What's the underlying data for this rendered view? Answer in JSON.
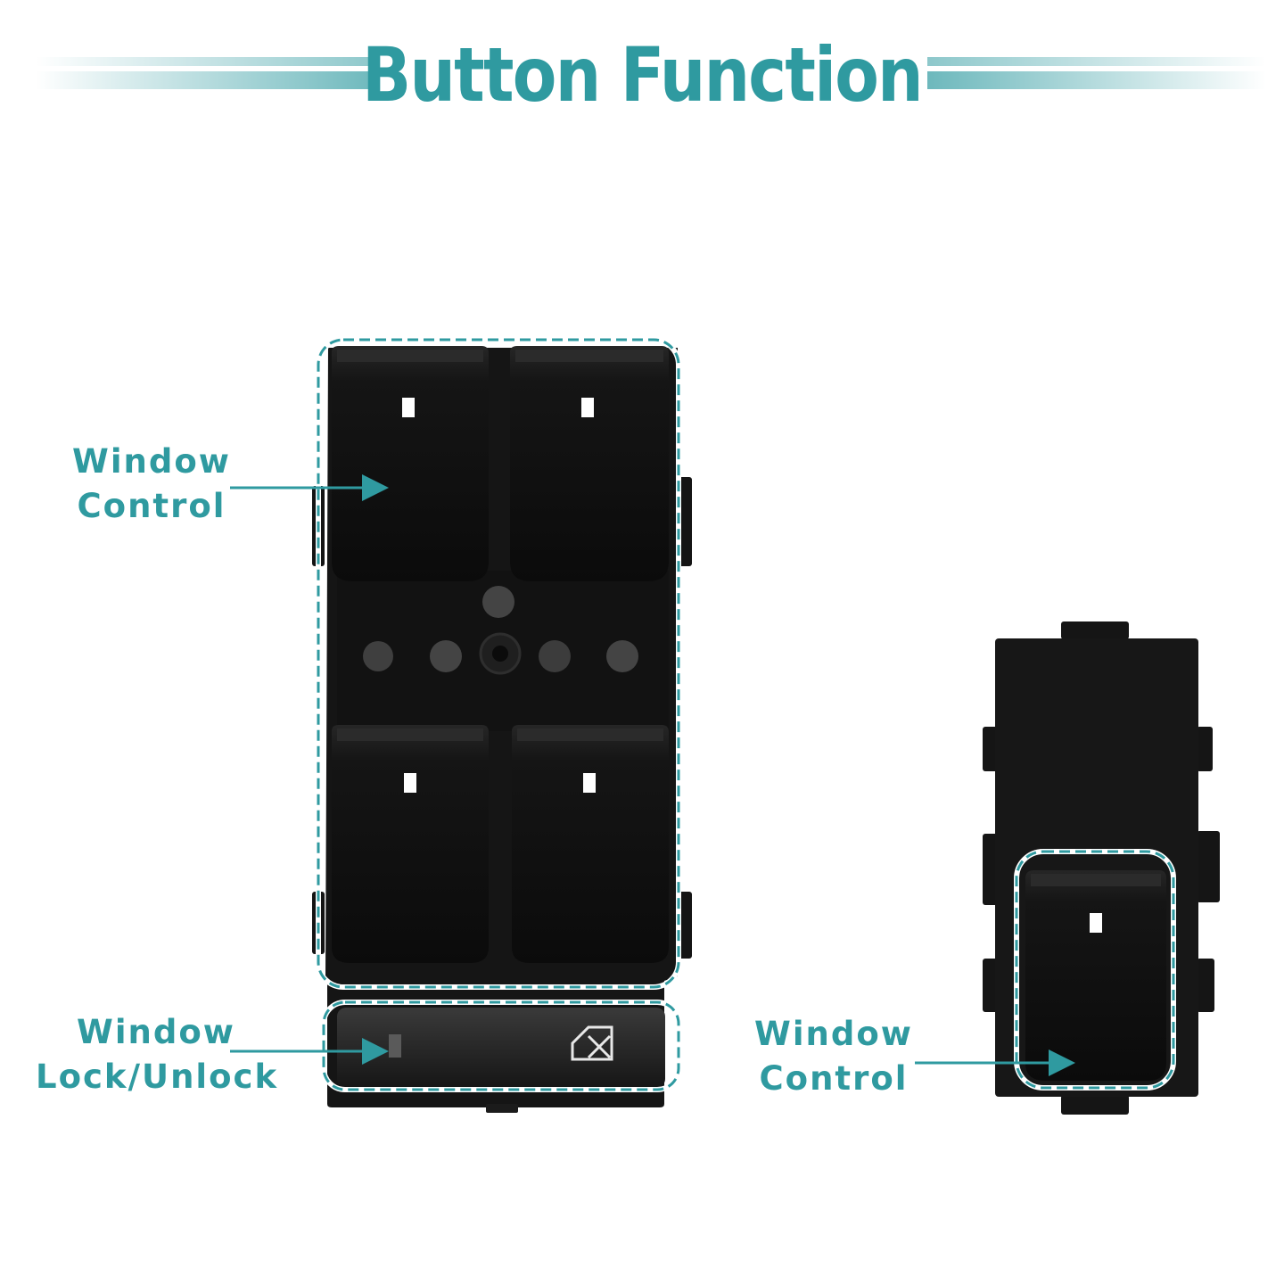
{
  "header": {
    "title": "Button Function"
  },
  "callouts": {
    "window_control_left": {
      "line1": "Window",
      "line2": "Control"
    },
    "window_lock": {
      "line1": "Window",
      "line2": "Lock/Unlock"
    },
    "window_control_right": {
      "line1": "Window",
      "line2": "Control"
    }
  },
  "colors": {
    "accent": "#2f9aa0",
    "switch_body": "#131313",
    "switch_button": "#0e0e0e"
  },
  "icons": {
    "lock_button": "window-lock-icon"
  }
}
